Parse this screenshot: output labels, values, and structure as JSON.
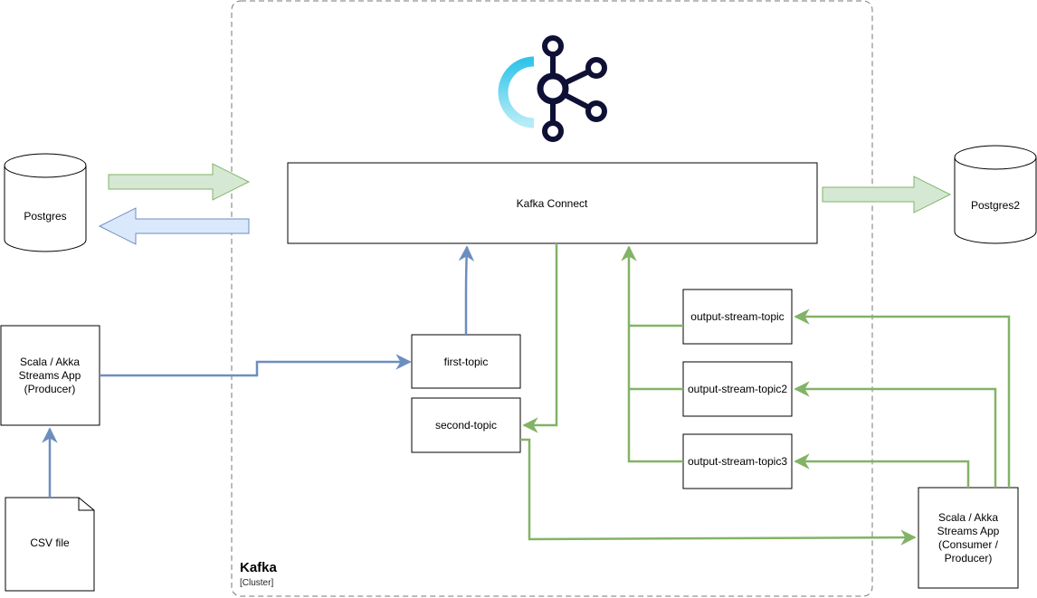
{
  "nodes": {
    "postgres": "Postgres",
    "postgres2": "Postgres2",
    "kafka_connect": "Kafka Connect",
    "producer_app": [
      "Scala / Akka",
      "Streams App",
      "(Producer)"
    ],
    "csv_file": "CSV file",
    "first_topic": "first-topic",
    "second_topic": "second-topic",
    "output_topic_1": "output-stream-topic",
    "output_topic_2": "output-stream-topic2",
    "output_topic_3": "output-stream-topic3",
    "consumer_app": [
      "Scala / Akka",
      "Streams App",
      "(Consumer /",
      "Producer)"
    ]
  },
  "cluster": {
    "title": "Kafka",
    "subtitle": "[Cluster]"
  },
  "icons": {
    "kafka_connect": "kafka-connect-logo-icon"
  },
  "colors": {
    "blue_edge": "#6c8ebf",
    "green_edge": "#82b366",
    "green_fill": "#d5e8d4",
    "blue_fill": "#dae8fc",
    "logo_dark": "#0f1035",
    "logo_cyan": "#2ec6ea"
  }
}
